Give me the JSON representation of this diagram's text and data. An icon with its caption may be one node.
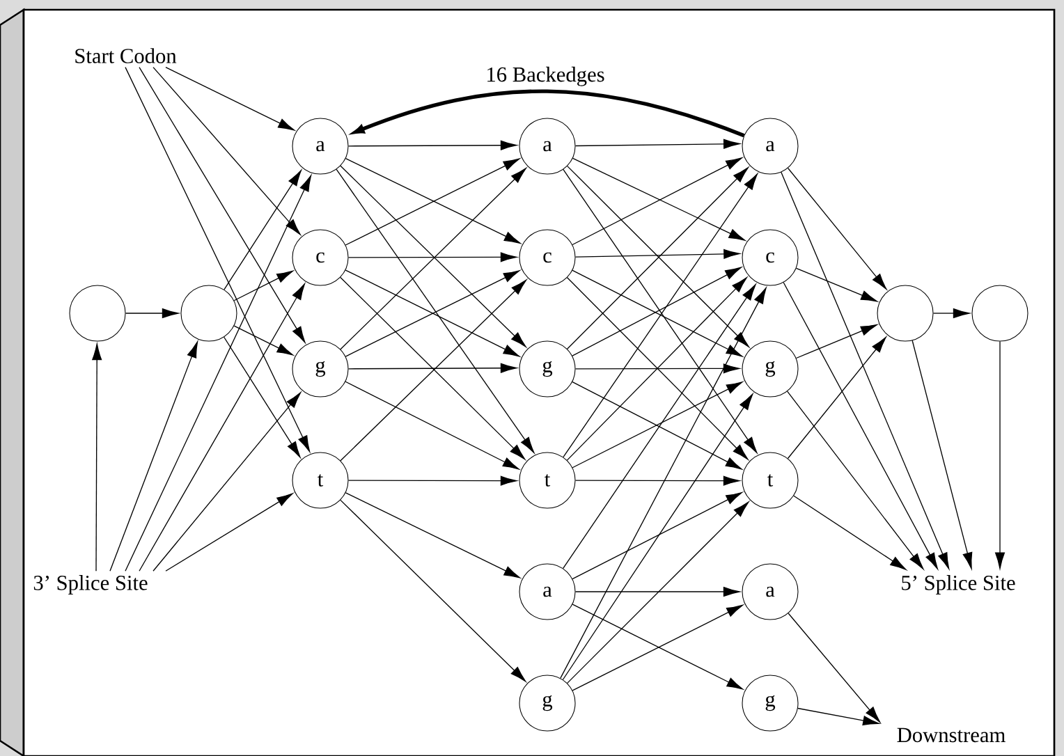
{
  "diagram": {
    "nodes": [
      {
        "text": [
          "Start Codon"
        ]
      },
      {
        "text": [],
        "shape": "circle"
      },
      {
        "text": [],
        "shape": "circle"
      },
      {
        "text": [
          "a"
        ]
      },
      {
        "text": [
          "c"
        ]
      },
      {
        "text": [
          "g"
        ]
      },
      {
        "text": [
          "t"
        ]
      },
      {
        "text": [
          "a"
        ]
      },
      {
        "text": [
          "c"
        ]
      },
      {
        "text": [
          "g"
        ]
      },
      {
        "text": [
          "t"
        ]
      },
      {
        "text": [
          "a"
        ]
      },
      {
        "text": [
          "g"
        ]
      },
      {
        "text": [
          "a"
        ]
      },
      {
        "text": [
          "c"
        ]
      },
      {
        "text": [
          "g"
        ]
      },
      {
        "text": [
          "t"
        ]
      },
      {
        "text": [
          "a"
        ]
      },
      {
        "text": [
          "g"
        ]
      },
      {
        "text": [],
        "shape": "circle"
      },
      {
        "text": [],
        "shape": "circle"
      },
      {
        "text": [
          "3’ Splice Site"
        ]
      },
      {
        "text": [
          "5’ Splice Site"
        ]
      },
      {
        "text": [
          "Downstream"
        ]
      }
    ],
    "edges": [
      {
        "from": 0,
        "to": 3,
        "arrow": "to"
      },
      {
        "from": 0,
        "to": 4,
        "arrow": "to"
      },
      {
        "from": 0,
        "to": 5,
        "arrow": "to"
      },
      {
        "from": 0,
        "to": 6,
        "arrow": "to"
      },
      {
        "from": 1,
        "to": 2,
        "arrow": "to"
      },
      {
        "from": 21,
        "to": 1,
        "arrow": "to"
      },
      {
        "from": 21,
        "to": 2,
        "arrow": "to"
      },
      {
        "from": 21,
        "to": 3,
        "arrow": "to"
      },
      {
        "from": 21,
        "to": 4,
        "arrow": "to"
      },
      {
        "from": 21,
        "to": 5,
        "arrow": "to"
      },
      {
        "from": 21,
        "to": 6,
        "arrow": "to"
      },
      {
        "from": 2,
        "to": 3,
        "arrow": "to"
      },
      {
        "from": 2,
        "to": 4,
        "arrow": "to"
      },
      {
        "from": 2,
        "to": 5,
        "arrow": "to"
      },
      {
        "from": 2,
        "to": 6,
        "arrow": "to"
      },
      {
        "from": 3,
        "to": 7,
        "arrow": "to"
      },
      {
        "from": 3,
        "to": 8,
        "arrow": "to"
      },
      {
        "from": 3,
        "to": 9,
        "arrow": "to"
      },
      {
        "from": 3,
        "to": 10,
        "arrow": "to"
      },
      {
        "from": 4,
        "to": 7,
        "arrow": "to"
      },
      {
        "from": 4,
        "to": 8,
        "arrow": "to"
      },
      {
        "from": 4,
        "to": 9,
        "arrow": "to"
      },
      {
        "from": 4,
        "to": 10,
        "arrow": "to"
      },
      {
        "from": 5,
        "to": 7,
        "arrow": "to"
      },
      {
        "from": 5,
        "to": 8,
        "arrow": "to"
      },
      {
        "from": 5,
        "to": 9,
        "arrow": "to"
      },
      {
        "from": 5,
        "to": 10,
        "arrow": "to"
      },
      {
        "from": 6,
        "to": 8,
        "arrow": "to"
      },
      {
        "from": 6,
        "to": 10,
        "arrow": "to"
      },
      {
        "from": 6,
        "to": 11,
        "arrow": "to"
      },
      {
        "from": 6,
        "to": 12,
        "arrow": "to"
      },
      {
        "from": 7,
        "to": 13,
        "arrow": "to"
      },
      {
        "from": 7,
        "to": 14,
        "arrow": "to"
      },
      {
        "from": 7,
        "to": 15,
        "arrow": "to"
      },
      {
        "from": 7,
        "to": 16,
        "arrow": "to"
      },
      {
        "from": 8,
        "to": 13,
        "arrow": "to"
      },
      {
        "from": 8,
        "to": 14,
        "arrow": "to"
      },
      {
        "from": 8,
        "to": 15,
        "arrow": "to"
      },
      {
        "from": 8,
        "to": 16,
        "arrow": "to"
      },
      {
        "from": 9,
        "to": 13,
        "arrow": "to"
      },
      {
        "from": 9,
        "to": 14,
        "arrow": "to"
      },
      {
        "from": 9,
        "to": 15,
        "arrow": "to"
      },
      {
        "from": 9,
        "to": 16,
        "arrow": "to"
      },
      {
        "from": 10,
        "to": 13,
        "arrow": "to"
      },
      {
        "from": 10,
        "to": 14,
        "arrow": "to"
      },
      {
        "from": 10,
        "to": 15,
        "arrow": "to"
      },
      {
        "from": 10,
        "to": 16,
        "arrow": "to"
      },
      {
        "from": 11,
        "to": 14,
        "arrow": "to"
      },
      {
        "from": 11,
        "to": 16,
        "arrow": "to"
      },
      {
        "from": 11,
        "to": 17,
        "arrow": "to"
      },
      {
        "from": 11,
        "to": 18,
        "arrow": "to"
      },
      {
        "from": 12,
        "to": 14,
        "arrow": "to"
      },
      {
        "from": 12,
        "to": 15,
        "arrow": "to"
      },
      {
        "from": 12,
        "to": 16,
        "arrow": "to"
      },
      {
        "from": 12,
        "to": 17,
        "arrow": "to"
      },
      {
        "from": 13,
        "to": 3,
        "arrow": "to",
        "label": "16 Backedges",
        "style": "thick"
      },
      {
        "from": 13,
        "to": 19,
        "arrow": "to"
      },
      {
        "from": 14,
        "to": 19,
        "arrow": "to"
      },
      {
        "from": 15,
        "to": 19,
        "arrow": "to"
      },
      {
        "from": 16,
        "to": 19,
        "arrow": "to"
      },
      {
        "from": 13,
        "to": 22,
        "arrow": "to"
      },
      {
        "from": 14,
        "to": 22,
        "arrow": "to"
      },
      {
        "from": 15,
        "to": 22,
        "arrow": "to"
      },
      {
        "from": 16,
        "to": 22,
        "arrow": "to"
      },
      {
        "from": 19,
        "to": 20,
        "arrow": "to"
      },
      {
        "from": 19,
        "to": 22,
        "arrow": "to"
      },
      {
        "from": 20,
        "to": 22,
        "arrow": "to"
      },
      {
        "from": 17,
        "to": 23,
        "arrow": "to"
      },
      {
        "from": 18,
        "to": 23,
        "arrow": "to"
      }
    ]
  }
}
